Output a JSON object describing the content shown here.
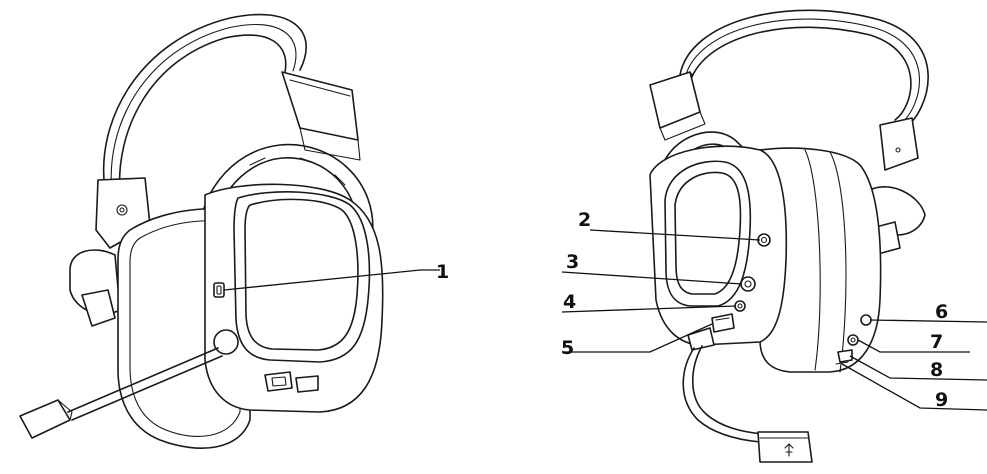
{
  "figure": {
    "views": [
      "left-view-headset",
      "right-view-headset"
    ],
    "callouts": [
      {
        "id": "1",
        "label": "1"
      },
      {
        "id": "2",
        "label": "2"
      },
      {
        "id": "3",
        "label": "3"
      },
      {
        "id": "4",
        "label": "4"
      },
      {
        "id": "5",
        "label": "5"
      },
      {
        "id": "6",
        "label": "6"
      },
      {
        "id": "7",
        "label": "7"
      },
      {
        "id": "8",
        "label": "8"
      },
      {
        "id": "9",
        "label": "9"
      }
    ],
    "usb_plug_symbol": "usb-icon"
  }
}
